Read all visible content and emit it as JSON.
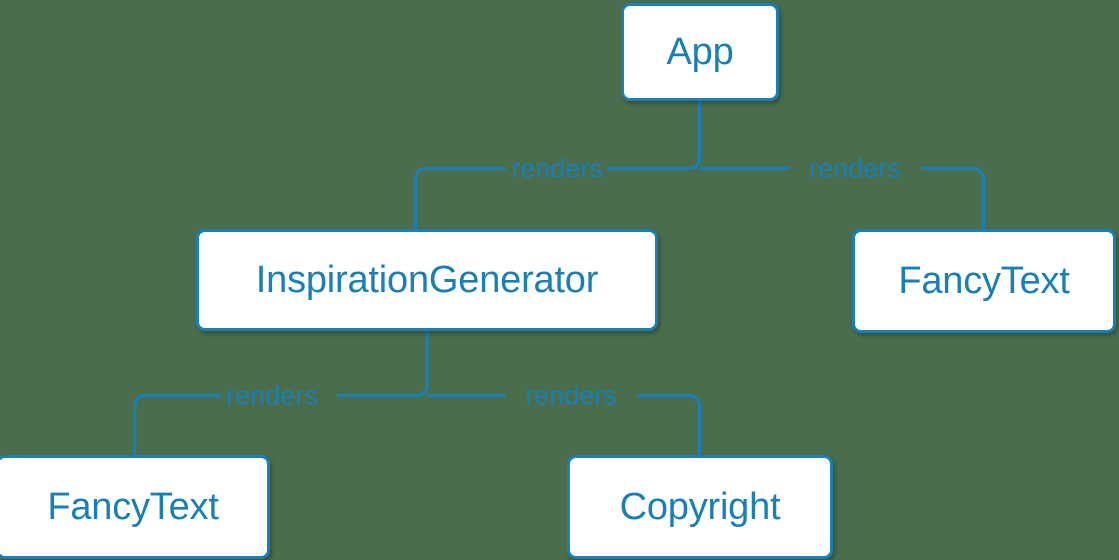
{
  "diagram": {
    "type": "component-tree",
    "background_color": "#4a6e4d",
    "accent_color": "#1a7fb5",
    "node_fill_color": "#ffffff",
    "nodes": [
      {
        "id": "app",
        "label": "App"
      },
      {
        "id": "inspirationgenerator",
        "label": "InspirationGenerator"
      },
      {
        "id": "fancytext_right",
        "label": "FancyText"
      },
      {
        "id": "fancytext_bottom",
        "label": "FancyText"
      },
      {
        "id": "copyright",
        "label": "Copyright"
      }
    ],
    "edges": [
      {
        "id": "app-to-inspirationgenerator",
        "from": "app",
        "to": "inspirationgenerator",
        "label": "renders"
      },
      {
        "id": "app-to-fancytext-right",
        "from": "app",
        "to": "fancytext_right",
        "label": "renders"
      },
      {
        "id": "inspirationgenerator-to-fancytext-bottom",
        "from": "inspirationgenerator",
        "to": "fancytext_bottom",
        "label": "renders"
      },
      {
        "id": "inspirationgenerator-to-copyright",
        "from": "inspirationgenerator",
        "to": "copyright",
        "label": "renders"
      }
    ]
  }
}
